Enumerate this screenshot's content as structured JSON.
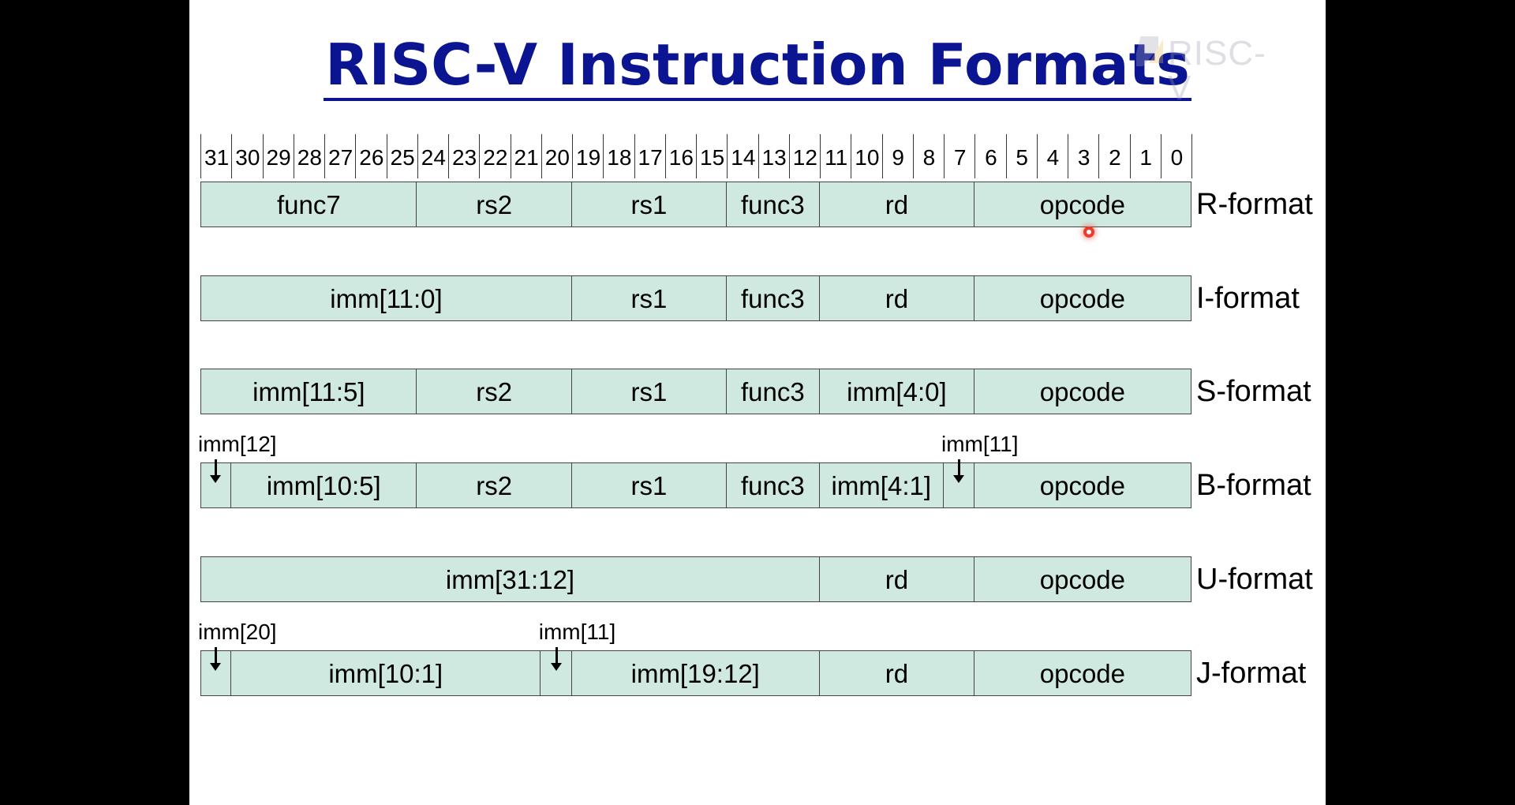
{
  "title": "RISC-V Instruction Formats",
  "logo_text": "RISC-V",
  "bit_numbers": [
    "31",
    "30",
    "29",
    "28",
    "27",
    "26",
    "25",
    "24",
    "23",
    "22",
    "21",
    "20",
    "19",
    "18",
    "17",
    "16",
    "15",
    "14",
    "13",
    "12",
    "11",
    "10",
    "9",
    "8",
    "7",
    "6",
    "5",
    "4",
    "3",
    "2",
    "1",
    "0"
  ],
  "formats": [
    {
      "name": "R-format",
      "fields": [
        {
          "label": "func7",
          "hi": 31,
          "lo": 25
        },
        {
          "label": "rs2",
          "hi": 24,
          "lo": 20
        },
        {
          "label": "rs1",
          "hi": 19,
          "lo": 15
        },
        {
          "label": "func3",
          "hi": 14,
          "lo": 12
        },
        {
          "label": "rd",
          "hi": 11,
          "lo": 7
        },
        {
          "label": "opcode",
          "hi": 6,
          "lo": 0
        }
      ]
    },
    {
      "name": "I-format",
      "fields": [
        {
          "label": "imm[11:0]",
          "hi": 31,
          "lo": 20
        },
        {
          "label": "rs1",
          "hi": 19,
          "lo": 15
        },
        {
          "label": "func3",
          "hi": 14,
          "lo": 12
        },
        {
          "label": "rd",
          "hi": 11,
          "lo": 7
        },
        {
          "label": "opcode",
          "hi": 6,
          "lo": 0
        }
      ]
    },
    {
      "name": "S-format",
      "fields": [
        {
          "label": "imm[11:5]",
          "hi": 31,
          "lo": 25
        },
        {
          "label": "rs2",
          "hi": 24,
          "lo": 20
        },
        {
          "label": "rs1",
          "hi": 19,
          "lo": 15
        },
        {
          "label": "func3",
          "hi": 14,
          "lo": 12
        },
        {
          "label": "imm[4:0]",
          "hi": 11,
          "lo": 7
        },
        {
          "label": "opcode",
          "hi": 6,
          "lo": 0
        }
      ]
    },
    {
      "name": "B-format",
      "fields": [
        {
          "label": "",
          "hi": 31,
          "lo": 31,
          "note": "imm[12]"
        },
        {
          "label": "imm[10:5]",
          "hi": 30,
          "lo": 25
        },
        {
          "label": "rs2",
          "hi": 24,
          "lo": 20
        },
        {
          "label": "rs1",
          "hi": 19,
          "lo": 15
        },
        {
          "label": "func3",
          "hi": 14,
          "lo": 12
        },
        {
          "label": "imm[4:1]",
          "hi": 11,
          "lo": 8
        },
        {
          "label": "",
          "hi": 7,
          "lo": 7,
          "note": "imm[11]"
        },
        {
          "label": "opcode",
          "hi": 6,
          "lo": 0
        }
      ]
    },
    {
      "name": "U-format",
      "fields": [
        {
          "label": "imm[31:12]",
          "hi": 31,
          "lo": 12
        },
        {
          "label": "rd",
          "hi": 11,
          "lo": 7
        },
        {
          "label": "opcode",
          "hi": 6,
          "lo": 0
        }
      ]
    },
    {
      "name": "J-format",
      "fields": [
        {
          "label": "",
          "hi": 31,
          "lo": 31,
          "note": "imm[20]"
        },
        {
          "label": "imm[10:1]",
          "hi": 30,
          "lo": 21
        },
        {
          "label": "",
          "hi": 20,
          "lo": 20,
          "note": "imm[11]"
        },
        {
          "label": "imm[19:12]",
          "hi": 19,
          "lo": 12
        },
        {
          "label": "rd",
          "hi": 11,
          "lo": 7
        },
        {
          "label": "opcode",
          "hi": 6,
          "lo": 0
        }
      ]
    }
  ]
}
